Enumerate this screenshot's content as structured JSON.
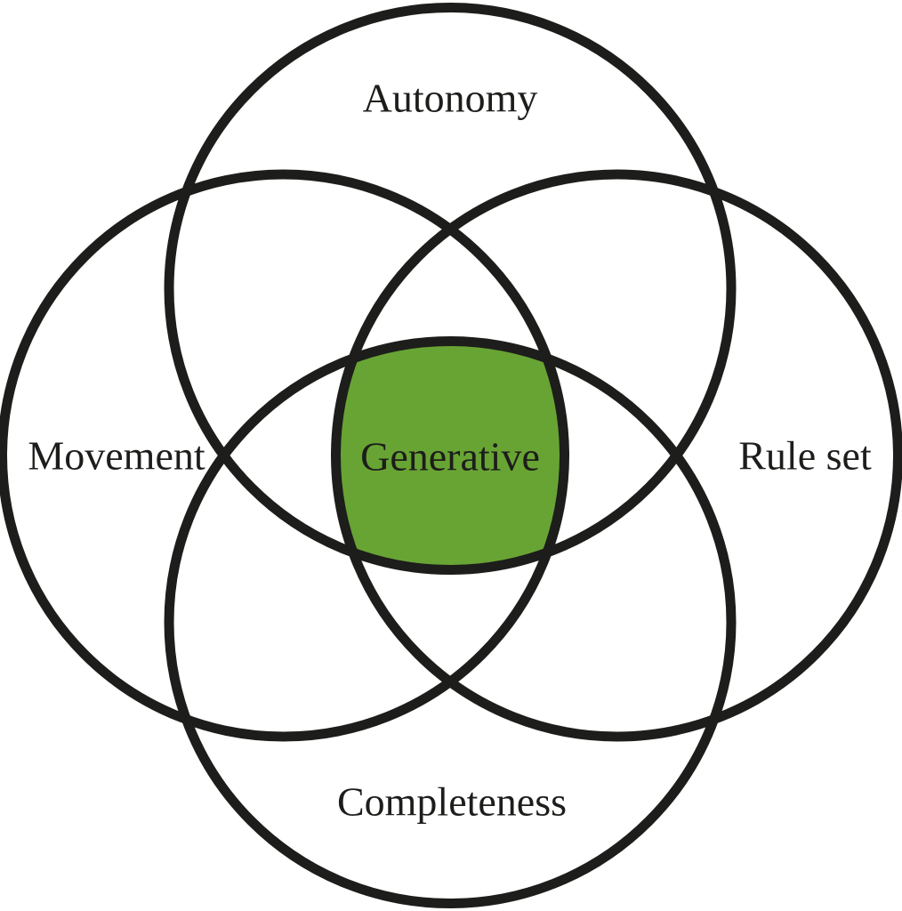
{
  "diagram": {
    "type": "venn-4-circle",
    "center_region": {
      "label": "Generative"
    },
    "circles": [
      {
        "id": "autonomy",
        "label": "Autonomy",
        "position": "top"
      },
      {
        "id": "movement",
        "label": "Movement",
        "position": "left"
      },
      {
        "id": "rule-set",
        "label": "Rule set",
        "position": "right"
      },
      {
        "id": "completeness",
        "label": "Completeness",
        "position": "bottom"
      }
    ],
    "colors": {
      "intersection_fill": "#68a434",
      "stroke": "#1d1d1b",
      "text": "#1d1d1b",
      "background": "#ffffff"
    }
  }
}
